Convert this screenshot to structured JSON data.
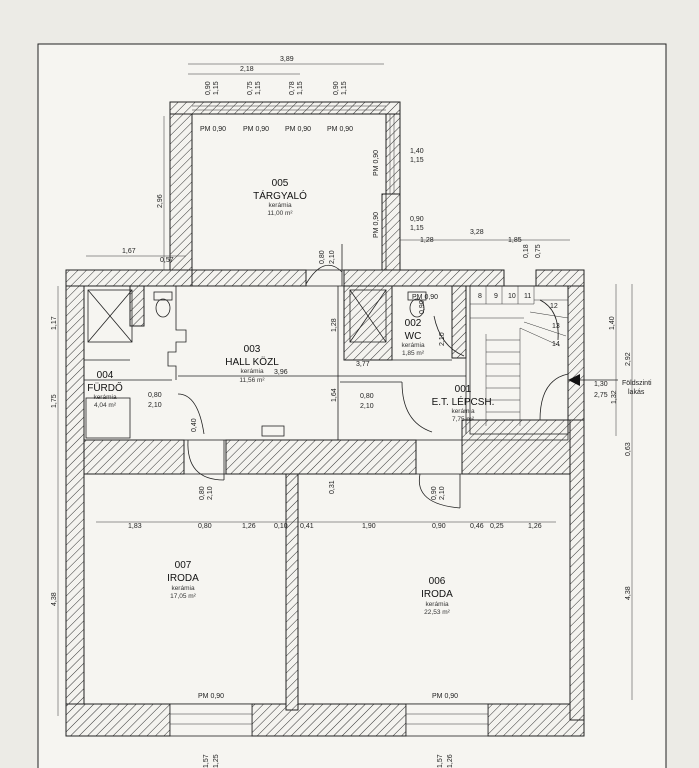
{
  "rooms": {
    "r005": {
      "number": "005",
      "name": "TÁRGYALÓ",
      "material": "kerámia",
      "area": "11,00 m²"
    },
    "r003": {
      "number": "003",
      "name": "HALL KÖZL",
      "material": "kerámia",
      "area": "11,56 m²"
    },
    "r002": {
      "number": "002",
      "name": "WC",
      "material": "kerámia",
      "area": "1,85 m²"
    },
    "r004": {
      "number": "004",
      "name": "FÜRDŐ",
      "material": "kerámia",
      "area": "4,04 m²"
    },
    "r001": {
      "number": "001",
      "name": "E.T. LÉPCSH.",
      "material": "kerámia",
      "area": "7,75 m²"
    },
    "r007": {
      "number": "007",
      "name": "IRODA",
      "material": "kerámia",
      "area": "17,05 m²"
    },
    "r006": {
      "number": "006",
      "name": "IRODA",
      "material": "kerámia",
      "area": "22,53 m²"
    }
  },
  "labels": {
    "top_total": "3,89",
    "top_inner": "2,18",
    "pm_top": [
      "PM 0,90",
      "PM 0,90",
      "PM 0,90",
      "PM 0,90"
    ],
    "pm_005_right1": "PM 0,90",
    "pm_005_right2": "PM 0,90",
    "pm_wc": "PM 0,90",
    "pm_bottom_left": "PM 0,90",
    "pm_bottom_right": "PM 0,90",
    "win_top_pairs": [
      [
        "0,90",
        "1,15"
      ],
      [
        "0,75",
        "1,15"
      ],
      [
        "0,78",
        "1,15"
      ],
      [
        "0,90",
        "1,15"
      ]
    ],
    "win_right_upper": [
      "1,40",
      "1,15"
    ],
    "win_right_lower": [
      "0,90",
      "1,15"
    ],
    "d_128": "1,28",
    "d_328": "3,28",
    "d_185": "1,85",
    "stair_pair": [
      "0,18",
      "0,75"
    ],
    "d_296": "2,96",
    "d_167": "1,67",
    "d_057": "0,57",
    "d_117": "1,17",
    "d_175": "1,75",
    "d_438_left": "4,38",
    "d_396": "3,96",
    "d_377": "3,77",
    "d_128_hall": "1,28",
    "d_164": "1,64",
    "d_080_fur": "0,80",
    "d_210_fur": "2,10",
    "d_040": "0,40",
    "d_090_wc": "0,90",
    "d_210_wc": "2,10",
    "d_080_hall": "0,80",
    "d_210_hall": "2,10",
    "d_080_005": "0,80",
    "d_210_005": "2,10",
    "d_080_007": "0,80",
    "d_210_007": "2,10",
    "d_090_006": "0,90",
    "d_210_006": "2,10",
    "d_031": "0,31",
    "d_140_right": "1,40",
    "d_292": "2,92",
    "d_130": "1,30",
    "d_275": "2,75",
    "d_132": "1,32",
    "d_063": "0,63",
    "d_438_right": "4,38",
    "note_foldszinti": "Földszinti",
    "note_lakas": "lakás",
    "row_dims": [
      "1,83",
      "0,80",
      "1,26",
      "0,10",
      "0,41",
      "1,90",
      "0,90",
      "0,46",
      "0,25",
      "1,26"
    ],
    "stair_numbers": [
      "8",
      "9",
      "10",
      "11",
      "12",
      "13",
      "14"
    ],
    "bottom_left_pair": [
      "1,57",
      "1,25"
    ],
    "bottom_right_pair": [
      "1,57",
      "1,26"
    ]
  }
}
